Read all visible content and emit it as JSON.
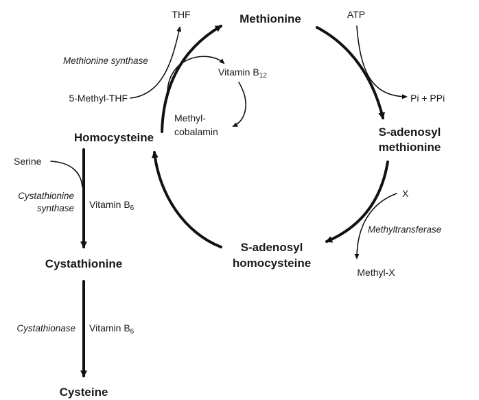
{
  "metabolites": {
    "methionine": "Methionine",
    "sam_line1": "S-adenosyl",
    "sam_line2": "methionine",
    "sah_line1": "S-adenosyl",
    "sah_line2": "homocysteine",
    "homocysteine": "Homocysteine",
    "cystathionine": "Cystathionine",
    "cysteine": "Cysteine"
  },
  "cofactors": {
    "thf": "THF",
    "methyl_thf": "5-Methyl-THF",
    "vitamin_b12_text": "Vitamin B",
    "vitamin_b12_sub": "12",
    "methylcobalamin_line1": "Methyl-",
    "methylcobalamin_line2": "cobalamin",
    "atp": "ATP",
    "pi_ppi": "Pi + PPi",
    "x": "X",
    "methyl_x": "Methyl-X",
    "serine": "Serine",
    "vitamin_b6_text": "Vitamin B",
    "vitamin_b6_sub": "6"
  },
  "enzymes": {
    "methionine_synthase": "Methionine synthase",
    "methyltransferase": "Methyltransferase",
    "cystathionine_synthase_line1": "Cystathionine",
    "cystathionine_synthase_line2": "synthase",
    "cystathionase": "Cystathionase"
  }
}
